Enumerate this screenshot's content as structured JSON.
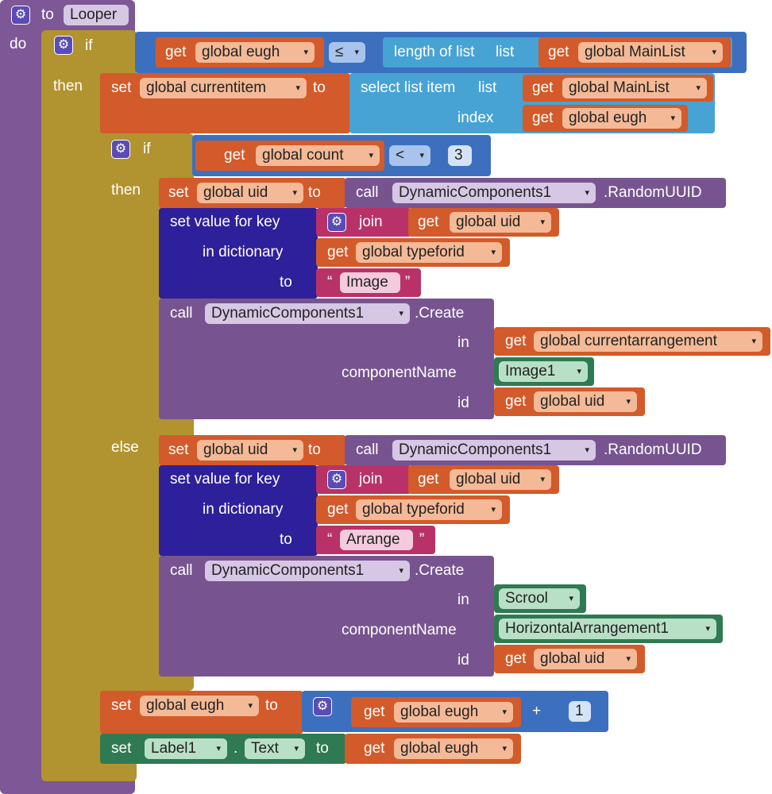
{
  "procedure": {
    "to": "to",
    "name": "Looper",
    "do": "do"
  },
  "if1": {
    "if": "if",
    "then": "then",
    "var": "global eugh",
    "op": "≤",
    "length_label": "length of list",
    "list_label": "list",
    "list_var": "global MainList"
  },
  "set_current": {
    "set": "set",
    "var": "global currentitem",
    "to": "to",
    "select_label": "select list item",
    "list_label": "list",
    "list_var": "global MainList",
    "index_label": "index",
    "index_var": "global eugh"
  },
  "if2": {
    "if": "if",
    "then": "then",
    "else": "else",
    "var": "global count",
    "op": "<",
    "num": "3"
  },
  "then_branch": {
    "set_uid": {
      "set": "set",
      "var": "global uid",
      "to": "to",
      "call": "call",
      "comp": "DynamicComponents1",
      "method": ".RandomUUID"
    },
    "dict": {
      "label": "set value for key",
      "join": "join",
      "key_var": "global uid",
      "in_dict": "in dictionary",
      "dict_var": "global typeforid",
      "to": "to",
      "value": "Image",
      "qopen": "“",
      "qclose": "”"
    },
    "create": {
      "call": "call",
      "comp": "DynamicComponents1",
      "method": ".Create",
      "in": "in",
      "in_var": "global currentarrangement",
      "cn_label": "componentName",
      "cn_value": "Image1",
      "id_label": "id",
      "id_var": "global uid"
    }
  },
  "else_branch": {
    "set_uid": {
      "set": "set",
      "var": "global uid",
      "to": "to",
      "call": "call",
      "comp": "DynamicComponents1",
      "method": ".RandomUUID"
    },
    "dict": {
      "label": "set value for key",
      "join": "join",
      "key_var": "global uid",
      "in_dict": "in dictionary",
      "dict_var": "global typeforid",
      "to": "to",
      "value": "Arrange",
      "qopen": "“",
      "qclose": "”"
    },
    "create": {
      "call": "call",
      "comp": "DynamicComponents1",
      "method": ".Create",
      "in": "in",
      "in_value": "Scrool",
      "cn_label": "componentName",
      "cn_value": "HorizontalArrangement1",
      "id_label": "id",
      "id_var": "global uid"
    }
  },
  "set_eugh": {
    "set": "set",
    "var": "global eugh",
    "to": "to",
    "get_var": "global eugh",
    "op": "+",
    "num": "1"
  },
  "set_label": {
    "set": "set",
    "comp": "Label1",
    "dot": ".",
    "prop": "Text",
    "to": "to",
    "get_var": "global eugh"
  },
  "common": {
    "get": "get",
    "arrow": "▾"
  },
  "icons": {
    "mutator": "gear-icon",
    "dropdown": "chevron-down-icon"
  },
  "colors": {
    "procedure": "#7d5796",
    "control": "#b1932f",
    "variable": "#d35a2a",
    "math": "#3c70bf",
    "list": "#46a3d4",
    "dictionary": "#2e1f9a",
    "component": "#77548f",
    "text": "#b83268",
    "component_getter": "#2f7a52"
  }
}
